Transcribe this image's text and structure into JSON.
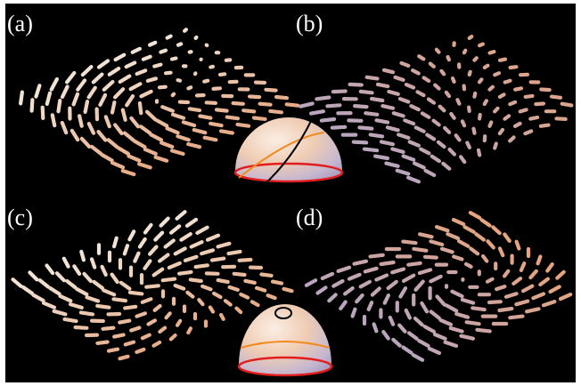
{
  "panels": [
    {
      "label": "(a)",
      "field": "swirl"
    },
    {
      "label": "(b)",
      "field": "twist"
    },
    {
      "label": "(c)",
      "field": "radial"
    },
    {
      "label": "(d)",
      "field": "vortex"
    }
  ],
  "spheres": [
    {
      "loops": [
        "black-meridian",
        "orange-loop"
      ]
    },
    {
      "loops": [
        "black-small-loop",
        "orange-equatorial-loop"
      ]
    }
  ],
  "colors": {
    "background": "#000000",
    "rod_warm": "#e6a57e",
    "rod_light": "#f2eadf",
    "rod_cool": "#a6a6d8",
    "sphere_rim": "#e21d1d",
    "loop_orange": "#f08a1c",
    "loop_black": "#000000",
    "label": "#ffffff"
  }
}
